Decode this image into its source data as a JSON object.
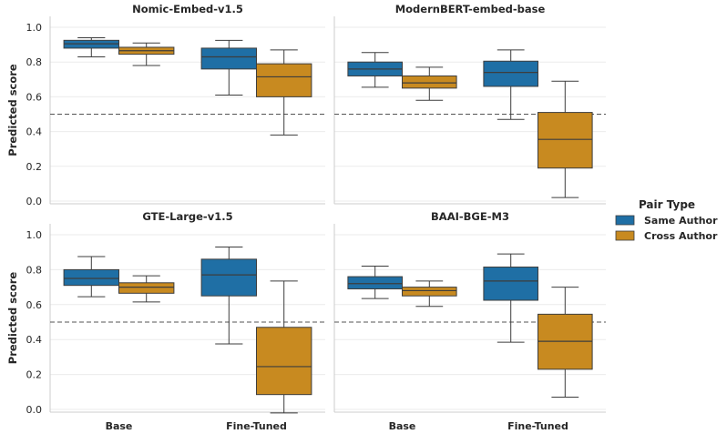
{
  "chart_data": {
    "type": "box",
    "ylabel": "Predicted score",
    "categories": [
      "Base",
      "Fine-Tuned"
    ],
    "yticks": [
      "0.0",
      "0.2",
      "0.4",
      "0.6",
      "0.8",
      "1.0"
    ],
    "ylim": [
      -0.02,
      1.02
    ],
    "reference_line": 0.5,
    "grid": "horizontal",
    "legend": {
      "title": "Pair Type",
      "position": "right",
      "items": [
        {
          "name": "Same Author",
          "color": "#1f6fa5"
        },
        {
          "name": "Cross Author",
          "color": "#c88a20"
        }
      ]
    },
    "panels": [
      {
        "title": "Nomic-Embed-v1.5",
        "groups": [
          {
            "category": "Base",
            "same": {
              "whislo": 0.83,
              "q1": 0.88,
              "med": 0.905,
              "q3": 0.925,
              "whishi": 0.94
            },
            "cross": {
              "whislo": 0.78,
              "q1": 0.845,
              "med": 0.865,
              "q3": 0.885,
              "whishi": 0.91
            }
          },
          {
            "category": "Fine-Tuned",
            "same": {
              "whislo": 0.61,
              "q1": 0.76,
              "med": 0.83,
              "q3": 0.88,
              "whishi": 0.925
            },
            "cross": {
              "whislo": 0.38,
              "q1": 0.6,
              "med": 0.715,
              "q3": 0.79,
              "whishi": 0.87
            }
          }
        ]
      },
      {
        "title": "ModernBERT-embed-base",
        "groups": [
          {
            "category": "Base",
            "same": {
              "whislo": 0.655,
              "q1": 0.72,
              "med": 0.76,
              "q3": 0.8,
              "whishi": 0.855
            },
            "cross": {
              "whislo": 0.58,
              "q1": 0.65,
              "med": 0.68,
              "q3": 0.72,
              "whishi": 0.77
            }
          },
          {
            "category": "Fine-Tuned",
            "same": {
              "whislo": 0.47,
              "q1": 0.66,
              "med": 0.74,
              "q3": 0.805,
              "whishi": 0.87
            },
            "cross": {
              "whislo": 0.02,
              "q1": 0.19,
              "med": 0.355,
              "q3": 0.51,
              "whishi": 0.69
            }
          }
        ]
      },
      {
        "title": "GTE-Large-v1.5",
        "groups": [
          {
            "category": "Base",
            "same": {
              "whislo": 0.645,
              "q1": 0.71,
              "med": 0.75,
              "q3": 0.8,
              "whishi": 0.875
            },
            "cross": {
              "whislo": 0.615,
              "q1": 0.665,
              "med": 0.7,
              "q3": 0.725,
              "whishi": 0.765
            }
          },
          {
            "category": "Fine-Tuned",
            "same": {
              "whislo": 0.375,
              "q1": 0.65,
              "med": 0.77,
              "q3": 0.86,
              "whishi": 0.93
            },
            "cross": {
              "whislo": -0.02,
              "q1": 0.085,
              "med": 0.245,
              "q3": 0.47,
              "whishi": 0.735
            }
          }
        ]
      },
      {
        "title": "BAAI-BGE-M3",
        "groups": [
          {
            "category": "Base",
            "same": {
              "whislo": 0.635,
              "q1": 0.69,
              "med": 0.72,
              "q3": 0.76,
              "whishi": 0.82
            },
            "cross": {
              "whislo": 0.59,
              "q1": 0.65,
              "med": 0.68,
              "q3": 0.7,
              "whishi": 0.735
            }
          },
          {
            "category": "Fine-Tuned",
            "same": {
              "whislo": 0.385,
              "q1": 0.625,
              "med": 0.735,
              "q3": 0.815,
              "whishi": 0.89
            },
            "cross": {
              "whislo": 0.07,
              "q1": 0.23,
              "med": 0.39,
              "q3": 0.545,
              "whishi": 0.7
            }
          }
        ]
      }
    ]
  }
}
